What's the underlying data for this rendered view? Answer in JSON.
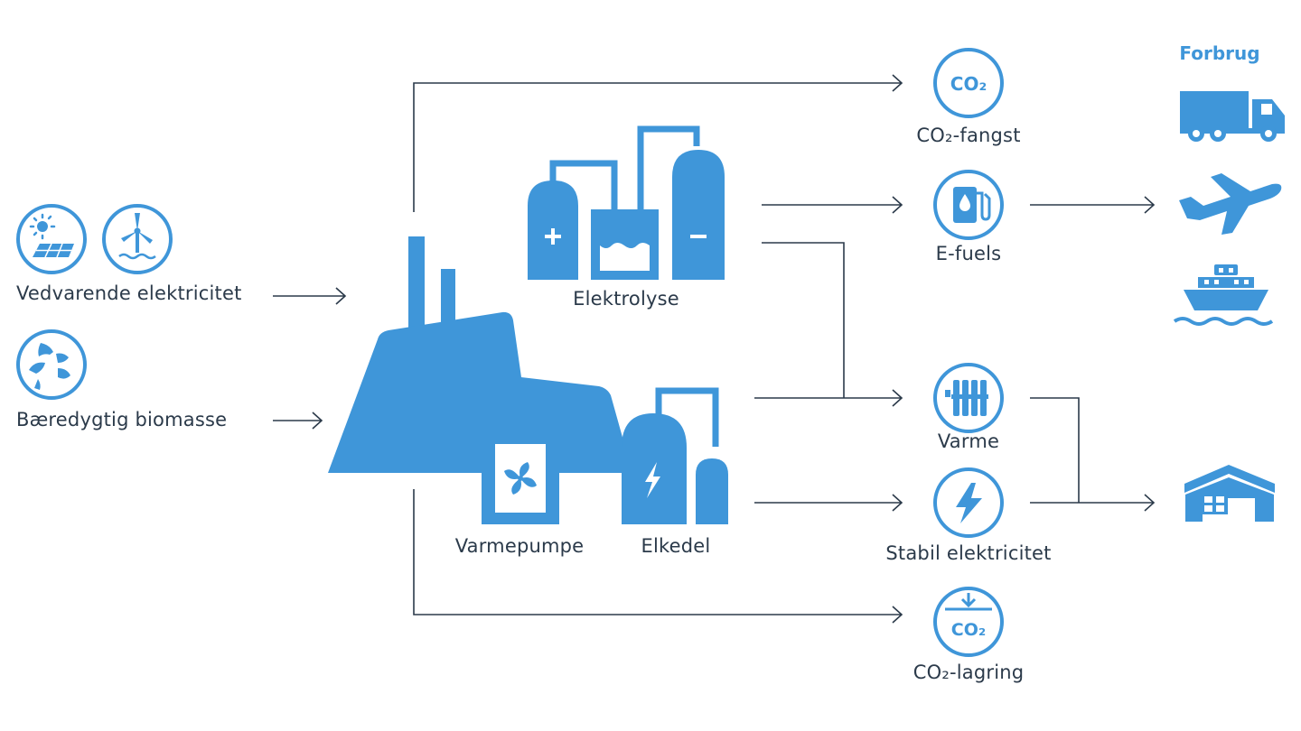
{
  "colors": {
    "accent": "#3f96d9",
    "text": "#2b3a4a",
    "line": "#2b3a4a"
  },
  "inputs": {
    "renewable": {
      "label": "Vedvarende elektricitet",
      "icons": [
        "solar-panel-icon",
        "wind-turbine-icon"
      ]
    },
    "biomass": {
      "label": "Bæredygtig biomasse",
      "icon": "biomass-icon"
    }
  },
  "plant": {
    "electrolysis": {
      "label": "Elektrolyse"
    },
    "heat_pump": {
      "label": "Varmepumpe"
    },
    "electric_boiler": {
      "label": "Elkedel"
    }
  },
  "outputs": {
    "co2_capture": {
      "label": "CO₂-fangst",
      "icon": "co2-icon"
    },
    "efuels": {
      "label": "E-fuels",
      "icon": "fuel-pump-icon"
    },
    "heat": {
      "label": "Varme",
      "icon": "radiator-icon"
    },
    "stable_power": {
      "label": "Stabil elektricitet",
      "icon": "lightning-icon"
    },
    "co2_storage": {
      "label": "CO₂-lagring",
      "icon": "co2-storage-icon"
    }
  },
  "consumption": {
    "heading": "Forbrug",
    "icons": [
      "truck-icon",
      "airplane-icon",
      "ship-icon",
      "house-icon"
    ]
  }
}
